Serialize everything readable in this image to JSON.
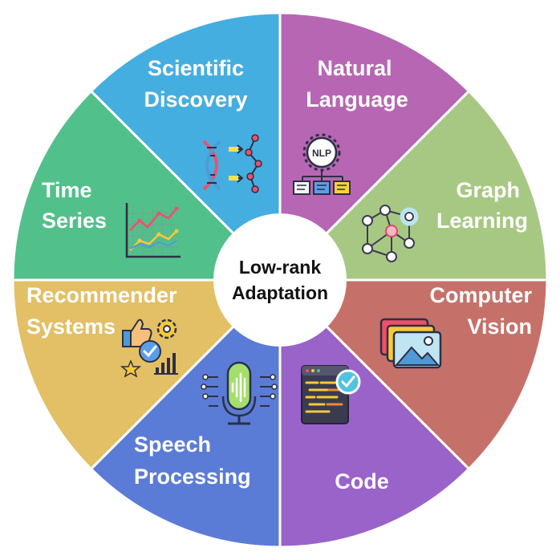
{
  "center": {
    "line1": "Low-rank",
    "line2": "Adaptation"
  },
  "segments": [
    {
      "name": "natural-language",
      "lines": [
        "Natural",
        "Language"
      ],
      "color": "#B766B4",
      "icon": "nlp-icon"
    },
    {
      "name": "graph-learning",
      "lines": [
        "Graph",
        "Learning"
      ],
      "color": "#A7C883",
      "icon": "graph-network-icon"
    },
    {
      "name": "computer-vision",
      "lines": [
        "Computer",
        "Vision"
      ],
      "color": "#C5716A",
      "icon": "image-gallery-icon"
    },
    {
      "name": "code",
      "lines": [
        "Code"
      ],
      "color": "#9A63C9",
      "icon": "code-editor-icon"
    },
    {
      "name": "speech-processing",
      "lines": [
        "Speech",
        "Processing"
      ],
      "color": "#5B7CD6",
      "icon": "microphone-icon"
    },
    {
      "name": "recommender-systems",
      "lines": [
        "Recommender",
        "Systems"
      ],
      "color": "#E3BF65",
      "icon": "recommendation-icon"
    },
    {
      "name": "time-series",
      "lines": [
        "Time",
        "Series"
      ],
      "color": "#52C08A",
      "icon": "line-chart-icon"
    },
    {
      "name": "scientific-discovery",
      "lines": [
        "Scientific",
        "Discovery"
      ],
      "color": "#45AEE0",
      "icon": "dna-icon"
    }
  ],
  "icon_labels": {
    "nlp": "NLP"
  }
}
